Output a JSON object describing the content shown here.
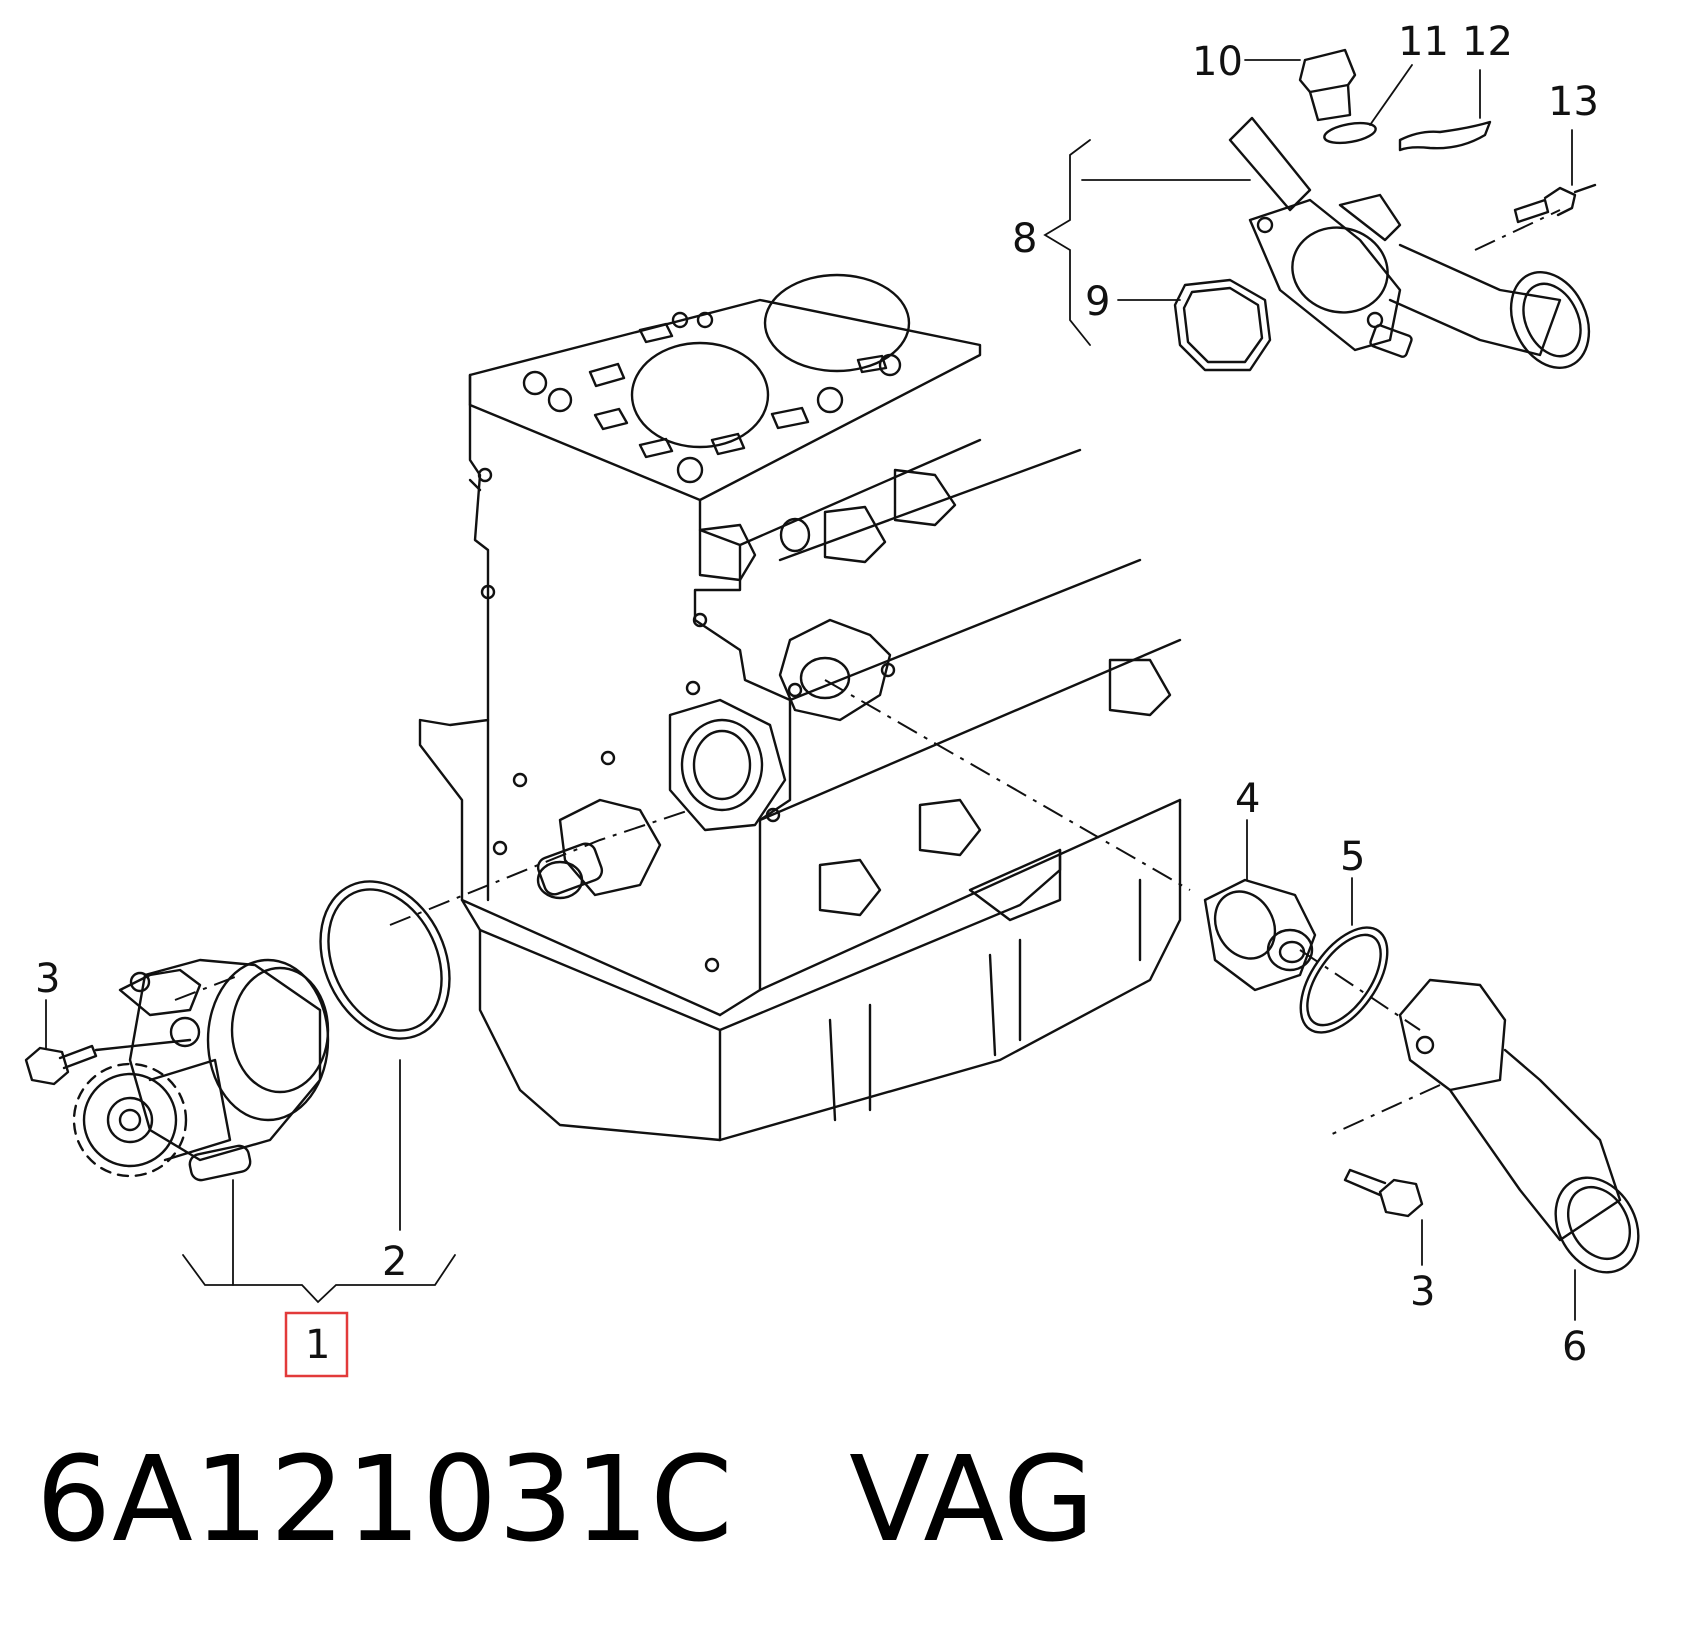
{
  "callouts": {
    "c1": "1",
    "c2": "2",
    "c3a": "3",
    "c3b": "3",
    "c4": "4",
    "c5": "5",
    "c6": "6",
    "c8": "8",
    "c9": "9",
    "c10": "10",
    "c11": "11",
    "c12": "12",
    "c13": "13"
  },
  "highlight_color": "#e23a3a",
  "caption": "6A121031C   VAG"
}
